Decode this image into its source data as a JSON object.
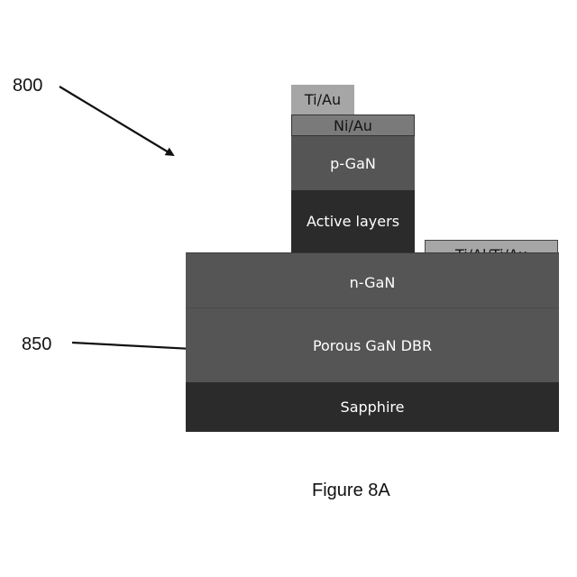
{
  "diagram": {
    "reference_numerals": {
      "device": "800",
      "dbr": "850"
    },
    "layers": {
      "ti_au": "Ti/Au",
      "ni_au": "Ni/Au",
      "p_gan": "p-GaN",
      "active_layers": "Active layers",
      "ti_al_ti_au": "Ti/Al/Ti/Au",
      "n_gan": "n-GaN",
      "porous_gan_dbr": "Porous GaN DBR",
      "sapphire": "Sapphire"
    },
    "colors": {
      "metal_light": "#a6a6a6",
      "metal_mid": "#7a7a7a",
      "gan_gray": "#555555",
      "dark_layer": "#2b2b2b"
    },
    "caption": "Figure 8A"
  }
}
